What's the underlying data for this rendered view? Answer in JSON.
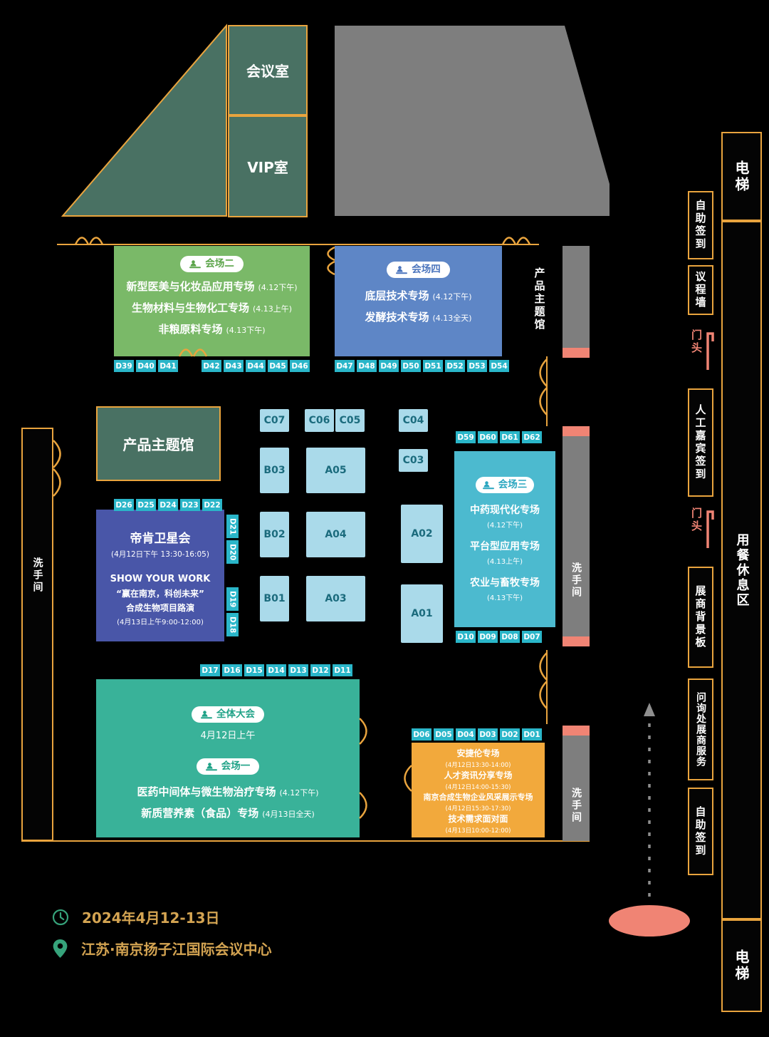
{
  "meta": {
    "date": "2024年4月12-13日",
    "venue": "江苏·南京扬子江国际会议中心"
  },
  "rooms": {
    "meeting_room": "会议室",
    "vip_room": "VIP室",
    "elevator_top": "电梯",
    "elevator_bottom": "电梯",
    "dining_area": "用餐休息区",
    "product_hall": "产品主题馆",
    "product_hall_label": "产品主题馆",
    "restroom_left": "洗手间",
    "restroom_mid": "洗手间",
    "restroom_bottom": "洗手间"
  },
  "side": {
    "self_checkin_top": "自助签到",
    "agenda_wall": "议程墙",
    "door_head_top": "门头",
    "guest_checkin": "人工嘉宾签到",
    "door_head_bottom": "门头",
    "backdrop": "展商背景板",
    "inquiry": "问询处展商服务",
    "self_checkin_bottom": "自助签到"
  },
  "halls": {
    "hall2": {
      "badge": "会场二",
      "sessions": [
        {
          "name": "新型医美与化妆品应用专场",
          "time": "(4.12下午)"
        },
        {
          "name": "生物材料与生物化工专场",
          "time": "(4.13上午)"
        },
        {
          "name": "非粮原料专场",
          "time": "(4.13下午)"
        }
      ]
    },
    "hall4": {
      "badge": "会场四",
      "sessions": [
        {
          "name": "底层技术专场",
          "time": "(4.12下午)"
        },
        {
          "name": "发酵技术专场",
          "time": "(4.13全天)"
        }
      ]
    },
    "hall3": {
      "badge": "会场三",
      "sessions": [
        {
          "name": "中药现代化专场",
          "time": "(4.12下午)"
        },
        {
          "name": "平台型应用专场",
          "time": "(4.13上午)"
        },
        {
          "name": "农业与畜牧专场",
          "time": "(4.13下午)"
        }
      ]
    },
    "plenary": {
      "badge": "全体大会",
      "subtitle": "4月12日上午",
      "hall1_badge": "会场一",
      "sessions": [
        {
          "name": "医药中间体与微生物治疗专场",
          "time": "(4.12下午)"
        },
        {
          "name": "新质营养素（食品）专场",
          "time": "(4月13日全天)"
        }
      ]
    },
    "tecan": {
      "title": "帝肯卫星会",
      "time": "(4月12日下午 13:30-16:05)",
      "roadshow_title": "SHOW YOUR WORK",
      "roadshow_line1": "“赢在南京，科创未来”",
      "roadshow_line2": "合成生物项目路演",
      "roadshow_time": "(4月13日上午9:00-12:00)"
    },
    "agilent": {
      "sessions": [
        {
          "name": "安捷伦专场",
          "time": "(4月12日13:30-14:00)"
        },
        {
          "name": "人才资讯分享专场",
          "time": "(4月12日14:00-15:30)"
        },
        {
          "name": "南京合成生物企业风采展示专场",
          "time": "(4月12日15:30-17:30)"
        },
        {
          "name": "技术需求面对面",
          "time": "(4月13日10:00-12:00)"
        }
      ]
    }
  },
  "booths": {
    "row_top_a": [
      "D39",
      "D40",
      "D41"
    ],
    "row_top_b": [
      "D42",
      "D43",
      "D44",
      "D45",
      "D46"
    ],
    "row_top_c": [
      "D47",
      "D48",
      "D49",
      "D50",
      "D51",
      "D52",
      "D53",
      "D54"
    ],
    "row_d59": [
      "D59",
      "D60",
      "D61",
      "D62"
    ],
    "row_d26": [
      "D26",
      "D25",
      "D24",
      "D23",
      "D22"
    ],
    "col_d21": [
      "D21",
      "D20",
      "D19",
      "D18"
    ],
    "row_d10": [
      "D10",
      "D09",
      "D08",
      "D07"
    ],
    "row_d17": [
      "D17",
      "D16",
      "D15",
      "D14",
      "D13",
      "D12",
      "D11"
    ],
    "row_d06": [
      "D06",
      "D05",
      "D04",
      "D03",
      "D02",
      "D01"
    ],
    "c": [
      "C07",
      "C06",
      "C05",
      "C04",
      "C03"
    ],
    "b": [
      "B03",
      "B02",
      "B01"
    ],
    "a": [
      "A05",
      "A04",
      "A03",
      "A02",
      "A01"
    ]
  },
  "colors": {
    "accent_orange": "#e9a43e",
    "hall2_green": "#7ab968",
    "hall4_blue": "#5e86c6",
    "hall3_cyan": "#4cbacf",
    "plenary_teal": "#39b299",
    "tecan_indigo": "#4956a8",
    "agilent_orange": "#f2a93c",
    "booth_teal": "#2ab6c9",
    "booth_light_blue": "#aadaea",
    "dark_green_room": "#497163",
    "gray_block": "#7e7e7e",
    "coral": "#f08474",
    "gold_text": "#d4a452",
    "icon_green": "#36a37b"
  }
}
